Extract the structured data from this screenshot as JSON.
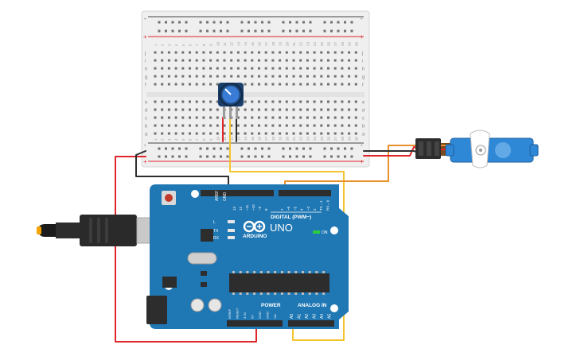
{
  "board": {
    "brand": "ARDUINO",
    "model": "UNO",
    "digital_label": "DIGITAL (PWM~)",
    "power_label": "POWER",
    "analog_label": "ANALOG IN",
    "on_label": "ON",
    "led_l": "L",
    "led_tx": "TX",
    "led_rx": "RX",
    "aref": "AREF",
    "gnd": "GND",
    "digital_pins": [
      "13",
      "12",
      "~11",
      "~10",
      "~9",
      "8",
      "7",
      "~6",
      "~5",
      "4",
      "~3",
      "2",
      "TX→1",
      "RX←0"
    ],
    "power_pins": [
      "IOREF",
      "RESET",
      "3.3V",
      "5V",
      "GND",
      "GND",
      "Vin"
    ],
    "analog_pins": [
      "A0",
      "A1",
      "A2",
      "A3",
      "A4",
      "A5"
    ]
  },
  "breadboard": {
    "row_letters_top": [
      "j",
      "i",
      "h",
      "g",
      "f"
    ],
    "row_letters_bottom": [
      "e",
      "d",
      "c",
      "b",
      "a"
    ],
    "plus": "+",
    "minus": "-",
    "column_numbers": [
      "1",
      "2",
      "3",
      "4",
      "5",
      "6",
      "7",
      "8",
      "9",
      "10",
      "11",
      "12",
      "13",
      "14",
      "15",
      "16",
      "17",
      "18",
      "19",
      "20",
      "21",
      "22",
      "23",
      "24",
      "25",
      "26",
      "27",
      "28",
      "29",
      "30"
    ]
  },
  "colors": {
    "wire_red": "#e0262b",
    "wire_black": "#2d2d2d",
    "wire_yellow": "#f4c430",
    "wire_orange": "#e8902a",
    "wire_brown": "#7a4a1c",
    "arduino_blue": "#1f77b4",
    "servo_blue": "#2f88d6"
  }
}
